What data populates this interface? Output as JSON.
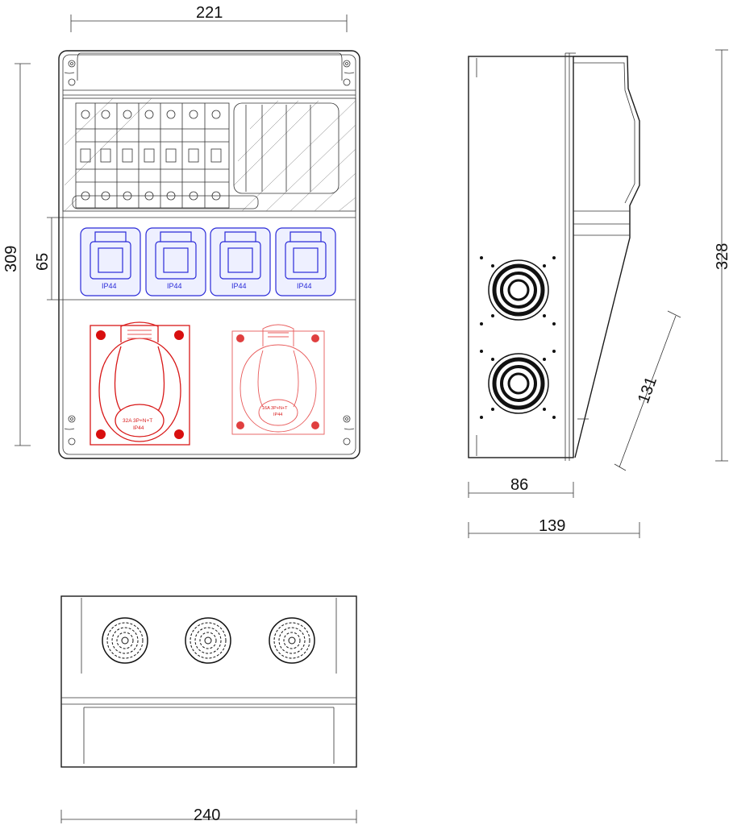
{
  "dimensions": {
    "front_width": "221",
    "front_height": "309",
    "socket_row_height": "65",
    "side_height": "328",
    "side_depth_short": "86",
    "side_depth_full": "139",
    "lid_slope": "131",
    "bottom_width": "240"
  },
  "sockets": {
    "blue_rating": [
      "IP44",
      "IP44",
      "IP44",
      "IP44"
    ],
    "red_large_rating": "32A 3P+N+T",
    "red_large_ip": "IP44",
    "red_small_rating": "16A 3P+N+T",
    "red_small_ip": "IP44"
  },
  "colors": {
    "line": "#1a1a1a",
    "schuko_socket": "#2a2ad8",
    "cee_socket": "#d81818"
  }
}
